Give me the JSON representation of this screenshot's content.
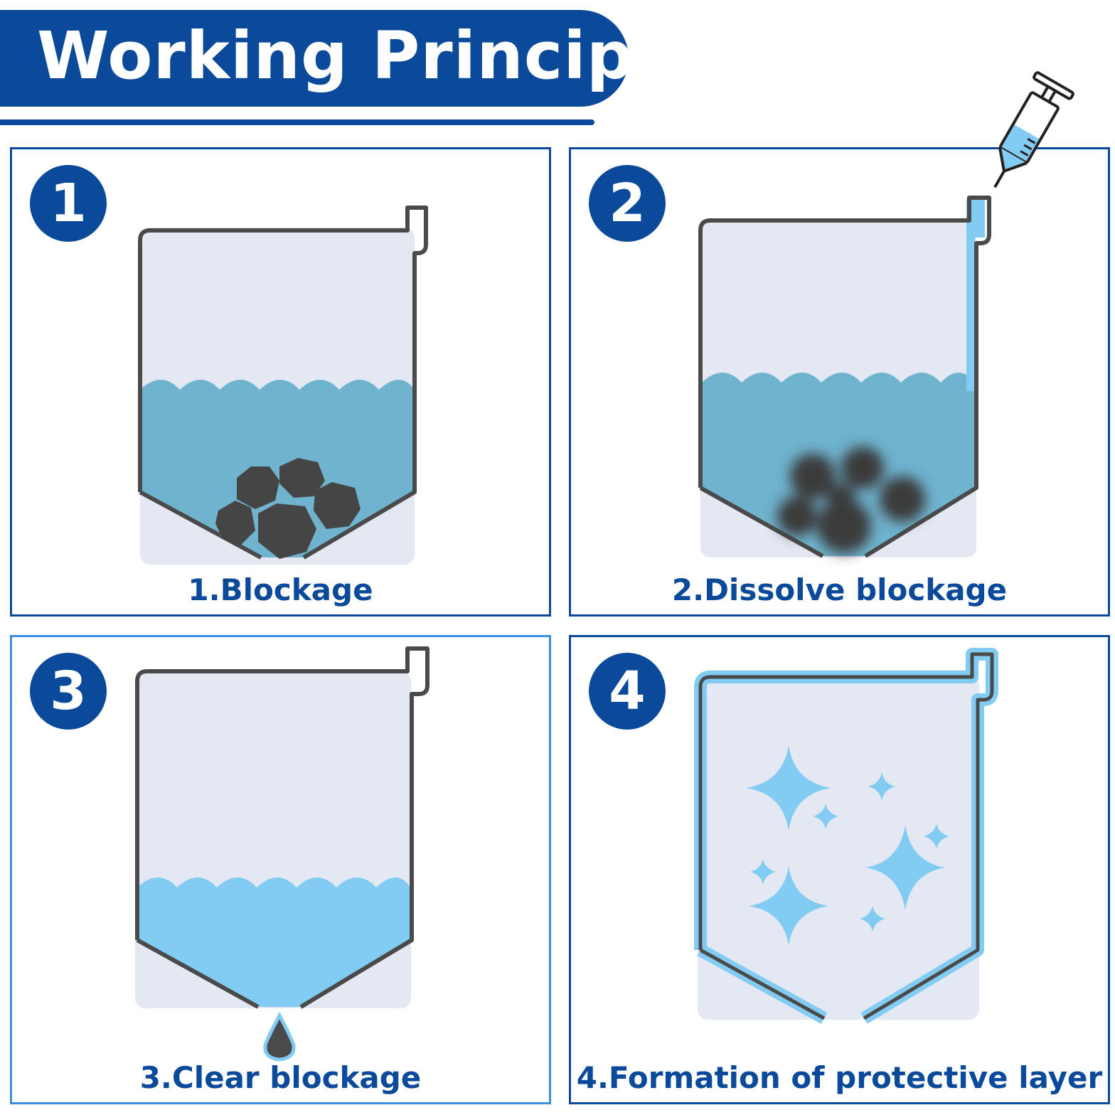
{
  "header": {
    "title": "Working Principle"
  },
  "steps": [
    {
      "number": "1",
      "caption": "1.Blockage"
    },
    {
      "number": "2",
      "caption": "2.Dissolve blockage"
    },
    {
      "number": "3",
      "caption": "3.Clear blockage"
    },
    {
      "number": "4",
      "caption": "4.Formation of protective layer"
    }
  ],
  "colors": {
    "brand_blue": "#0b4a9b",
    "tank_bg": "#e3e8f2",
    "dirty_water": "#6fb3cf",
    "clean_water": "#82cbf2",
    "stone": "#454545",
    "outline": "#4a4a4a"
  }
}
